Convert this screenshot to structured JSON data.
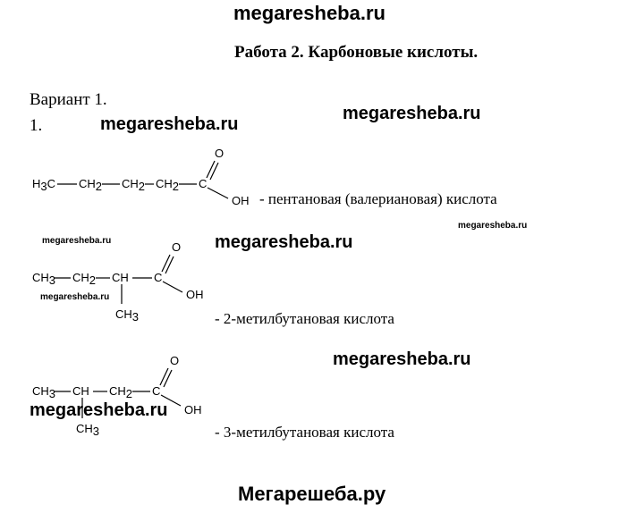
{
  "watermarks": {
    "top": "megaresheba.ru",
    "mid_right_1": "megaresheba.ru",
    "near_variant": "megaresheba.ru",
    "small_right": "megaresheba.ru",
    "small_left_1": "megaresheba.ru",
    "mid_center": "megaresheba.ru",
    "small_left_2": "megaresheba.ru",
    "mid_right_2": "megaresheba.ru",
    "bottom_left": "megaresheba.ru"
  },
  "title": "Работа 2. Карбоновые кислоты.",
  "variant": "Вариант 1.",
  "item_number": "1.",
  "compounds": [
    {
      "formula": {
        "h3c": "H3C",
        "ch2a": "CH2",
        "ch2b": "CH2",
        "ch2c": "CH2",
        "c": "C",
        "o": "O",
        "oh": "OH"
      },
      "name": "- пентановая (валериановая) кислота"
    },
    {
      "formula": {
        "ch3": "CH3",
        "ch2": "CH2",
        "ch": "CH",
        "c": "C",
        "o": "O",
        "oh": "OH",
        "branch": "CH3"
      },
      "name": "- 2-метилбутановая кислота"
    },
    {
      "formula": {
        "ch3": "CH3",
        "ch": "CH",
        "ch2": "CH2",
        "c": "C",
        "o": "O",
        "oh": "OH",
        "branch": "CH3"
      },
      "name": "- 3-метилбутановая кислота"
    }
  ],
  "footer": "Мегарешеба.ру"
}
